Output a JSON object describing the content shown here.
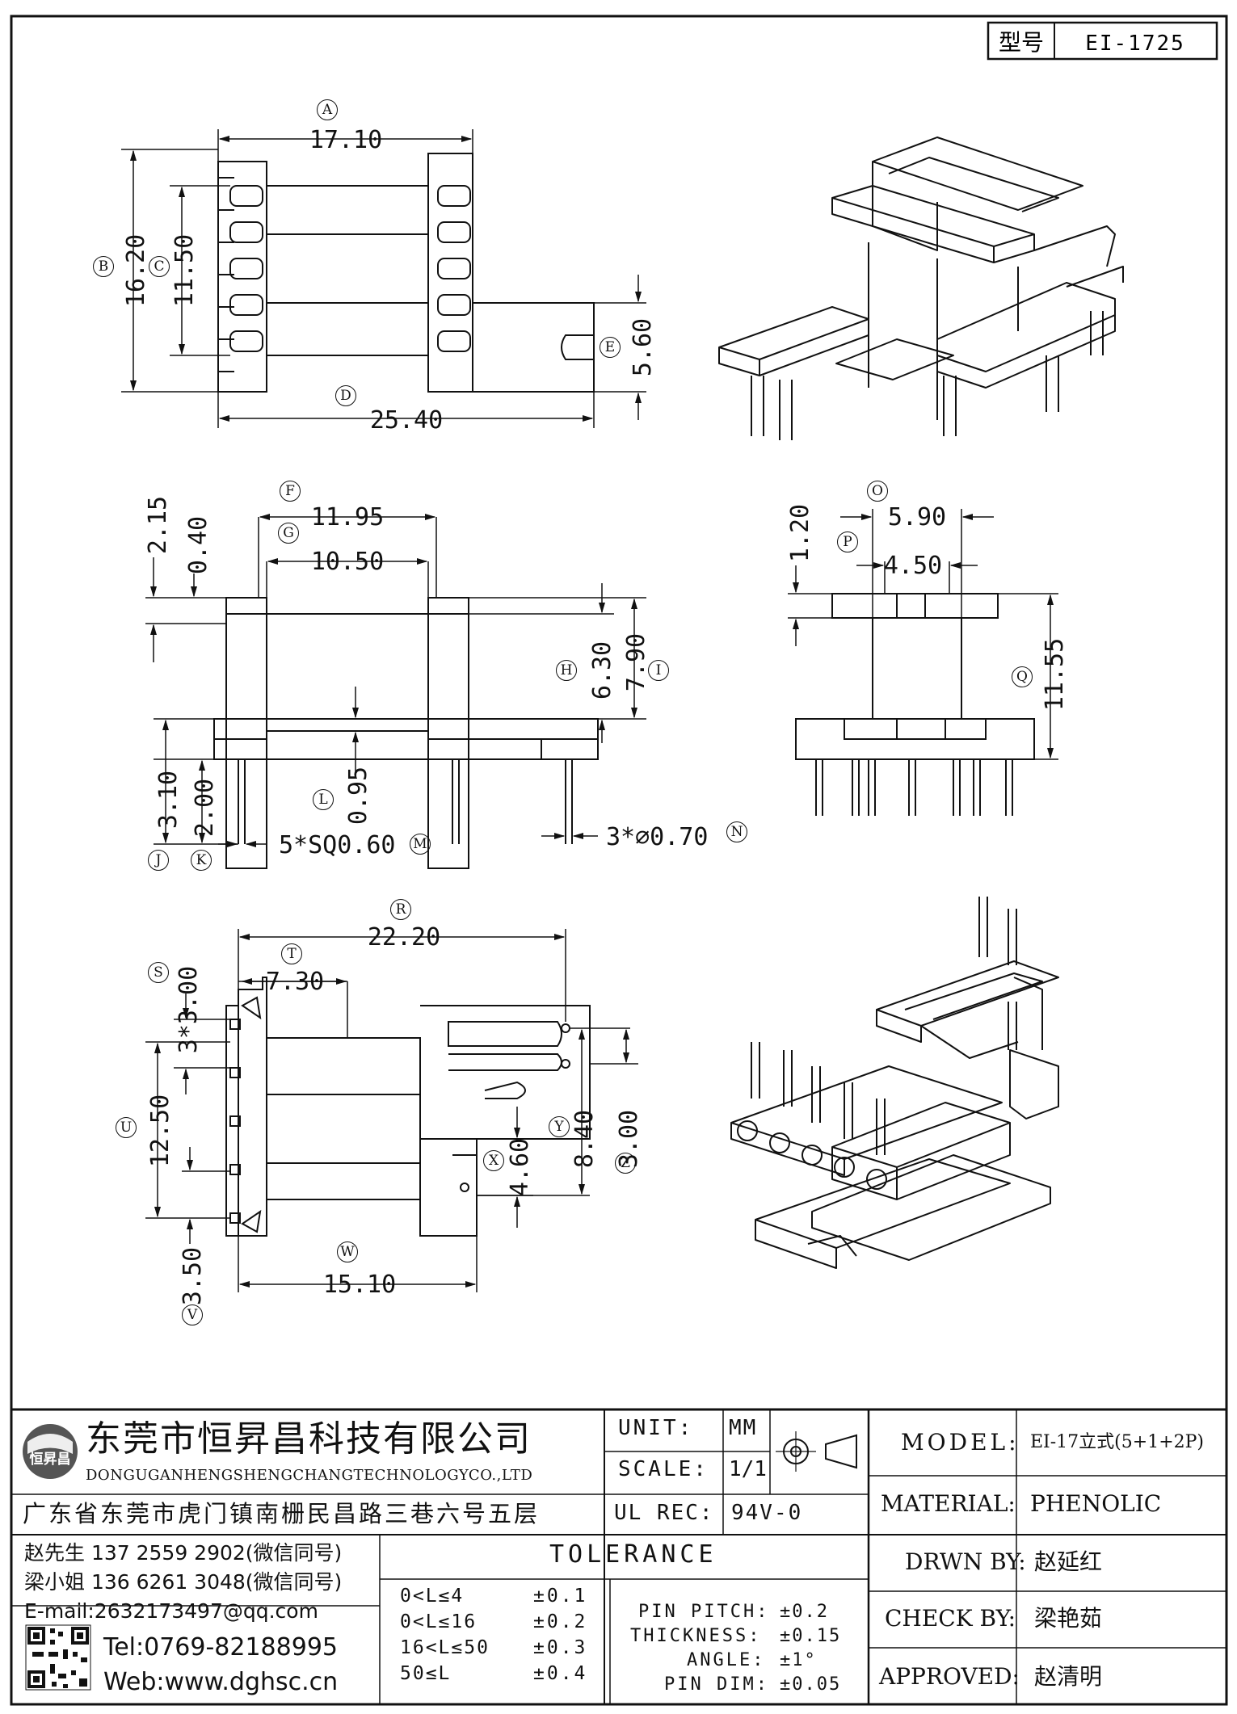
{
  "header": {
    "type_label": "型号",
    "type_value": "EI-1725"
  },
  "dims": {
    "A": "17.10",
    "B": "16.20",
    "C": "11.50",
    "D": "25.40",
    "E": "5.60",
    "F": "11.95",
    "G": "10.50",
    "H": "6.30",
    "I": "7.90",
    "J": "3.10",
    "K": "2.00",
    "L": "0.95",
    "M": "5*SQ0.60",
    "N": "3*⌀0.70",
    "O": "5.90",
    "P": "4.50",
    "Q": "11.55",
    "R": "22.20",
    "S": "3*3.00",
    "T": "7.30",
    "U": "12.50",
    "V": "3.50",
    "W": "15.10",
    "X": "4.60",
    "Y": "8.40",
    "Z": "3.00",
    "top_a": "2.15",
    "top_b": "0.40",
    "side_top": "1.20"
  },
  "markers": {
    "A": "A",
    "B": "B",
    "C": "C",
    "D": "D",
    "E": "E",
    "F": "F",
    "G": "G",
    "H": "H",
    "I": "I",
    "J": "J",
    "K": "K",
    "L": "L",
    "M": "M",
    "N": "N",
    "O": "O",
    "P": "P",
    "Q": "Q",
    "R": "R",
    "S": "S",
    "T": "T",
    "U": "U",
    "V": "V",
    "W": "W",
    "X": "X",
    "Y": "Y",
    "Z": "Z"
  },
  "company": {
    "name_cn": "东莞市恒昇昌科技有限公司",
    "name_en": "DONGUGANHENGSHENGCHANGTECHNOLOGYCO.,LTD",
    "logo_text": "恒昇昌",
    "address": "广东省东莞市虎门镇南栅民昌路三巷六号五层",
    "contact1": "赵先生 137 2559 2902(微信同号)",
    "contact2": "梁小姐 136 6261 3048(微信同号)",
    "email": "E-mail:2632173497@qq.com",
    "tel": "Tel:0769-82188995",
    "web": "Web:www.dghsc.cn"
  },
  "specs": {
    "unit_label": "UNIT:",
    "unit_value": "MM",
    "scale_label": "SCALE:",
    "scale_value": "1/1",
    "ulrec_label": "UL REC:",
    "ulrec_value": "94V-0"
  },
  "tolerance": {
    "title": "TOLERANCE",
    "rows": [
      {
        "range": "0<L≤4",
        "tol": "±0.1"
      },
      {
        "range": "0<L≤16",
        "tol": "±0.2"
      },
      {
        "range": "16<L≤50",
        "tol": "±0.3"
      },
      {
        "range": "50≤L",
        "tol": "±0.4"
      }
    ],
    "pin_pitch_label": "PIN PITCH:",
    "pin_pitch_value": "±0.2",
    "thickness_label": "THICKNESS:",
    "thickness_value": "±0.15",
    "angle_label": "ANGLE:",
    "angle_value": "±1°",
    "pin_dim_label": "PIN DIM:",
    "pin_dim_value": "±0.05"
  },
  "titleblock": {
    "model_label": "MODEL:",
    "model_value": "EI-17立式(5+1+2P)",
    "material_label": "MATERIAL:",
    "material_value": "PHENOLIC",
    "drawn_label": "DRWN BY:",
    "drawn_value": "赵延红",
    "check_label": "CHECK BY:",
    "check_value": "梁艳茹",
    "approved_label": "APPROVED:",
    "approved_value": "赵清明"
  }
}
